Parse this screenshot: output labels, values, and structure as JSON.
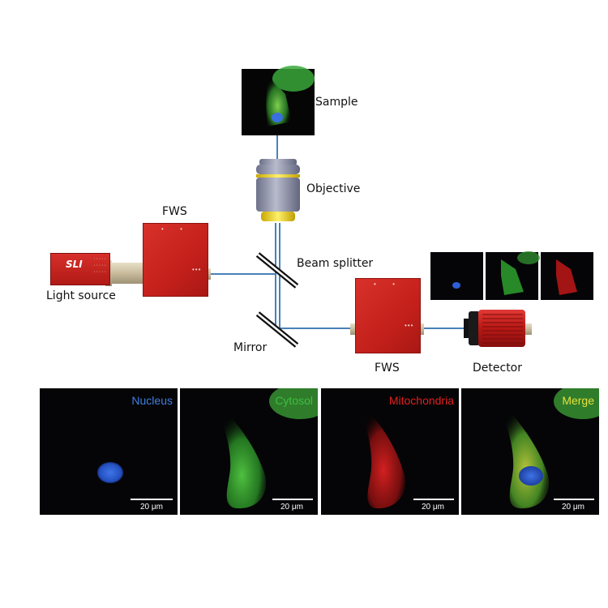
{
  "labels": {
    "sample": "Sample",
    "objective": "Objective",
    "fws_top": "FWS",
    "beam_splitter": "Beam splitter",
    "light_source": "Light source",
    "mirror": "Mirror",
    "fws_bottom": "FWS",
    "detector": "Detector",
    "sli_logo": "SLI"
  },
  "panels": [
    {
      "title": "Nucleus",
      "color": "#3f7fe0",
      "scale": "20 μm"
    },
    {
      "title": "Cytosol",
      "color": "#3fbf3f",
      "scale": "20 μm"
    },
    {
      "title": "Mitochondria",
      "color": "#e02020",
      "scale": "20 μm"
    },
    {
      "title": "Merge",
      "color": "#e6e23a",
      "scale": "20 μm"
    }
  ],
  "colors": {
    "beam": "#4a80b8",
    "instrument_red": "#c8221d",
    "objective_gray": "#8f93a8",
    "objective_gold": "#e0c000"
  }
}
